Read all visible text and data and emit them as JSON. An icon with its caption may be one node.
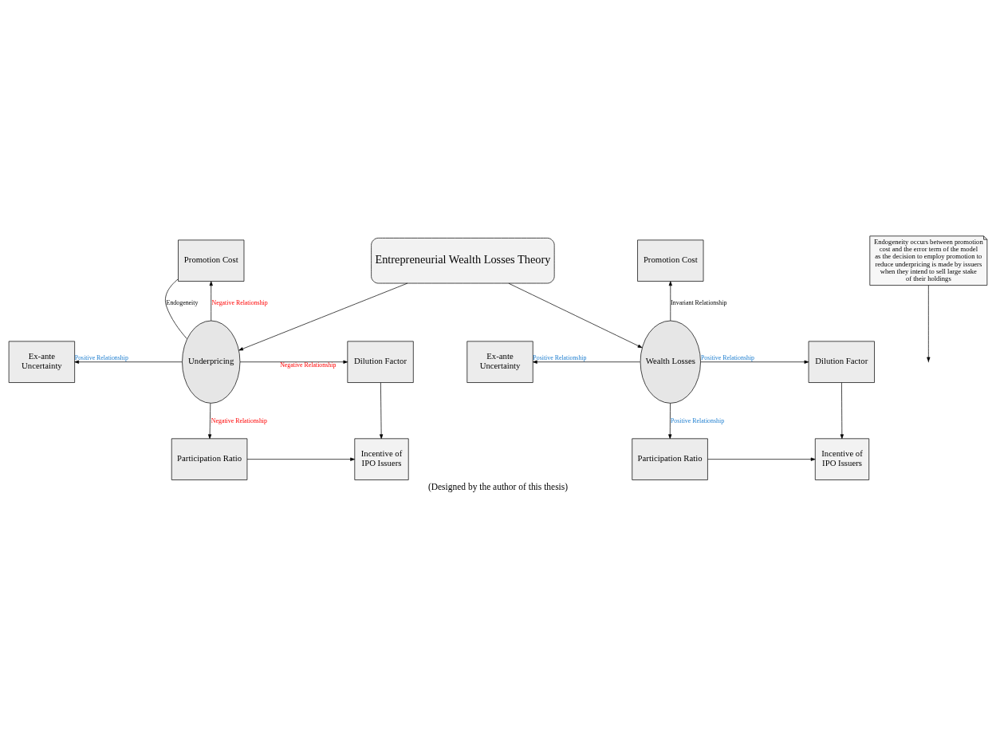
{
  "diagram": {
    "caption": "(Designed by the author of this thesis)",
    "nodes": [
      {
        "text": [
          "Entrepreneurial Wealth Losses Theory"
        ]
      },
      {
        "text": [
          "Endogeneity occurs between promotion cost and the error term of the model as the decision to employ promotion to reduce underpricing is made by issuers when they intend to sell large stake of their holdings"
        ]
      },
      {
        "text": [
          "Promotion Cost"
        ]
      },
      {
        "text": [
          "Underpricing"
        ]
      },
      {
        "text": [
          "Ex-ante Uncertainty"
        ]
      },
      {
        "text": [
          "Dilution Factor"
        ]
      },
      {
        "text": [
          "Participation Ratio"
        ]
      },
      {
        "text": [
          "Incentive of IPO Issuers"
        ]
      },
      {
        "text": [
          "Promotion Cost"
        ]
      },
      {
        "text": [
          "Wealth Losses"
        ]
      },
      {
        "text": [
          "Ex-ante Uncertainty"
        ]
      },
      {
        "text": [
          "Dilution Factor"
        ]
      },
      {
        "text": [
          "Participation Ratio"
        ]
      },
      {
        "text": [
          "Incentive of IPO Issuers"
        ]
      }
    ],
    "edges": [
      {
        "from": 0,
        "to": 3,
        "arrow": "to"
      },
      {
        "from": 0,
        "to": 9,
        "arrow": "to"
      },
      {
        "from": 1,
        "to": null,
        "arrow": "to"
      },
      {
        "from": 3,
        "to": 2,
        "arrow": "to",
        "label": "Negative Relationship"
      },
      {
        "from": 3,
        "to": 2,
        "arrow": "none",
        "label": "Endogeneity"
      },
      {
        "from": 3,
        "to": 4,
        "arrow": "to",
        "label": "Positive Relationship"
      },
      {
        "from": 3,
        "to": 5,
        "arrow": "to",
        "label": "Negative Relationship"
      },
      {
        "from": 3,
        "to": 6,
        "arrow": "to",
        "label": "Negative Relationship"
      },
      {
        "from": 5,
        "to": 7,
        "arrow": "to"
      },
      {
        "from": 6,
        "to": 7,
        "arrow": "to"
      },
      {
        "from": 9,
        "to": 8,
        "arrow": "to",
        "label": "Invariant Relationship"
      },
      {
        "from": 9,
        "to": 10,
        "arrow": "to",
        "label": "Positive Relationship"
      },
      {
        "from": 9,
        "to": 11,
        "arrow": "to",
        "label": "Positive Relationship"
      },
      {
        "from": 9,
        "to": 12,
        "arrow": "to",
        "label": "Positive Relationship"
      },
      {
        "from": 11,
        "to": 13,
        "arrow": "to"
      },
      {
        "from": 12,
        "to": 13,
        "arrow": "to"
      }
    ]
  }
}
